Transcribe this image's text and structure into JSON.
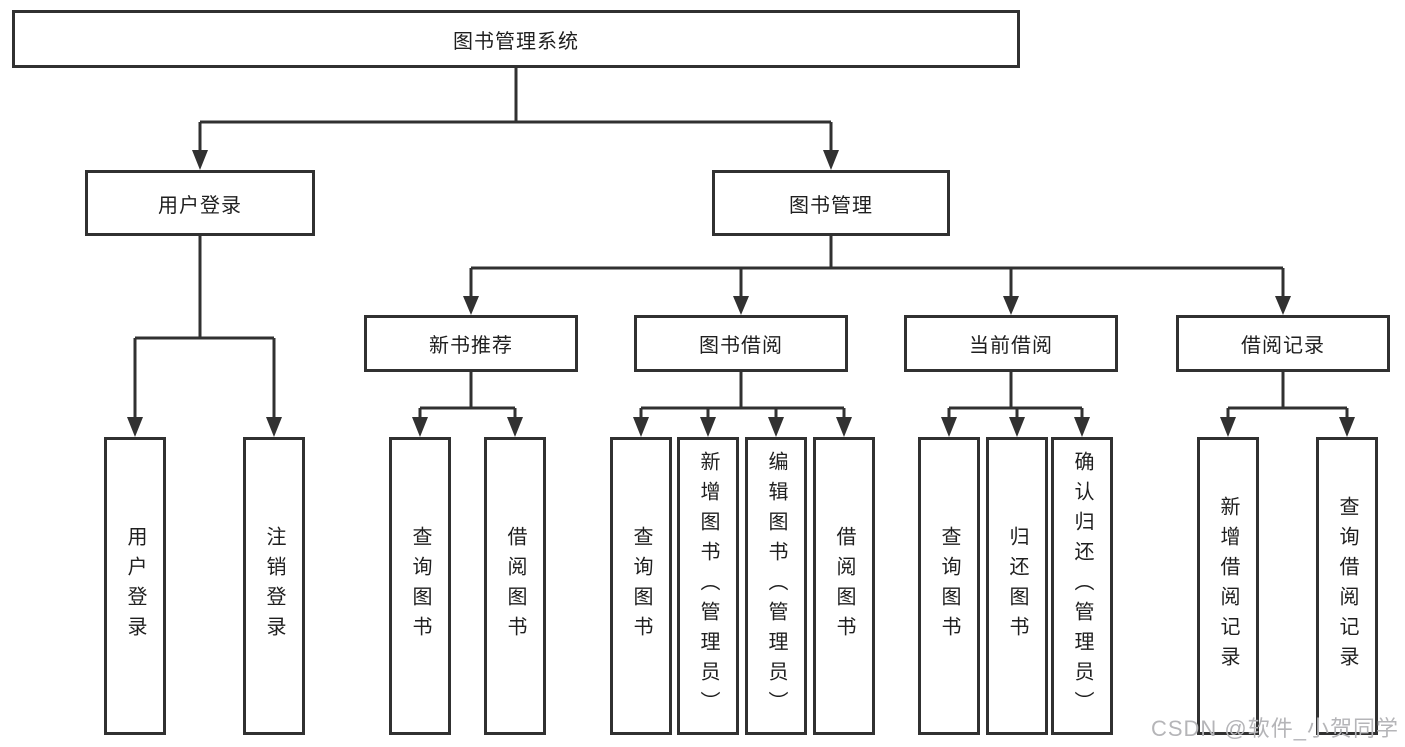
{
  "diagram": {
    "root": "图书管理系统",
    "branches": [
      {
        "label": "用户登录",
        "leaves": [
          "用户登录",
          "注销登录"
        ]
      },
      {
        "label": "图书管理",
        "sections": [
          {
            "label": "新书推荐",
            "leaves": [
              "查询图书",
              "借阅图书"
            ]
          },
          {
            "label": "图书借阅",
            "leaves": [
              "查询图书",
              "新增图书（管理员）",
              "编辑图书（管理员）",
              "借阅图书"
            ]
          },
          {
            "label": "当前借阅",
            "leaves": [
              "查询图书",
              "归还图书",
              "确认归还（管理员）"
            ]
          },
          {
            "label": "借阅记录",
            "leaves": [
              "新增借阅记录",
              "查询借阅记录"
            ]
          }
        ]
      }
    ]
  },
  "colors": {
    "line": "#313131",
    "box_border": "#313131",
    "text": "#1f1f1f",
    "watermark": "#b5b5b8",
    "background": "#ffffff"
  },
  "watermark": "CSDN @软件_小贺同学"
}
